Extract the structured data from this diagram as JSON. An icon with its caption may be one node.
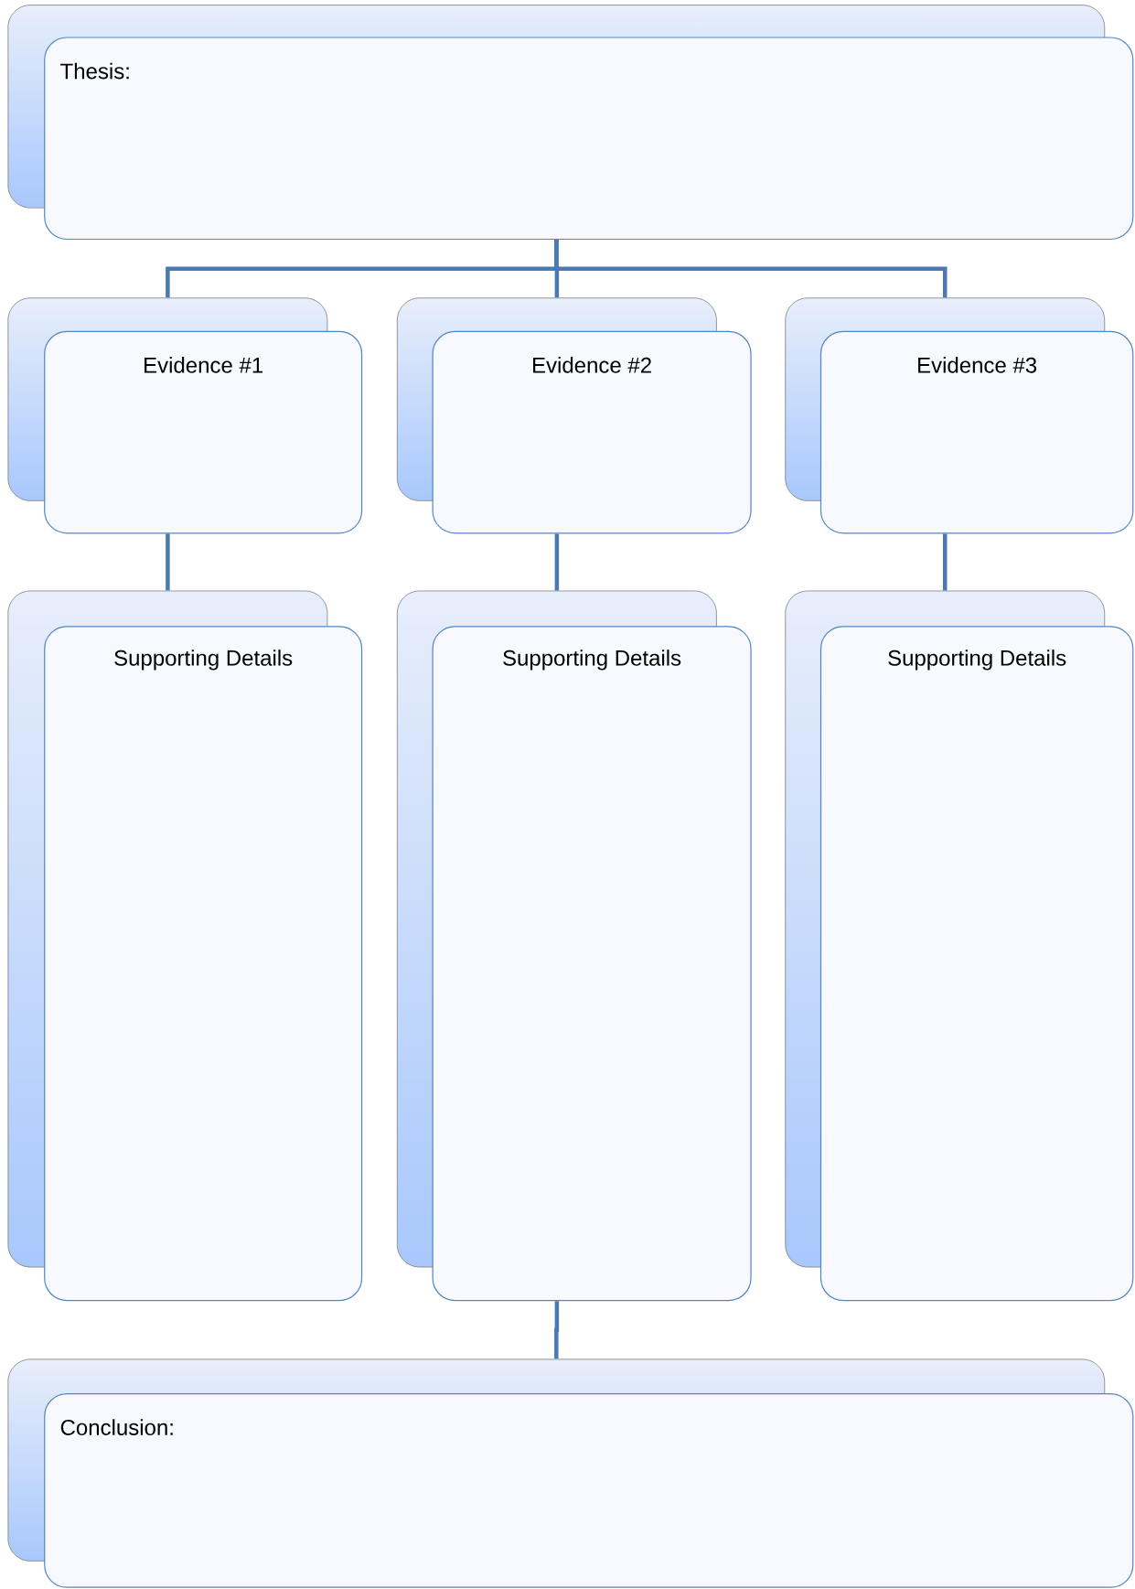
{
  "diagram": {
    "nodes": [
      {
        "text": [
          "Thesis:"
        ]
      },
      {
        "text": [
          "Evidence #1"
        ]
      },
      {
        "text": [
          "Evidence #2"
        ]
      },
      {
        "text": [
          "Evidence #3"
        ]
      },
      {
        "text": [
          "Supporting Details"
        ]
      },
      {
        "text": [
          "Supporting Details"
        ]
      },
      {
        "text": [
          "Supporting Details"
        ]
      },
      {
        "text": [
          "Conclusion:"
        ]
      }
    ],
    "edges": [
      {
        "from": 0,
        "to": 1,
        "arrow": "none"
      },
      {
        "from": 0,
        "to": 2,
        "arrow": "none"
      },
      {
        "from": 0,
        "to": 3,
        "arrow": "none"
      },
      {
        "from": 1,
        "to": 4,
        "arrow": "none"
      },
      {
        "from": 2,
        "to": 5,
        "arrow": "none"
      },
      {
        "from": 3,
        "to": 6,
        "arrow": "none"
      },
      {
        "from": 5,
        "to": 7,
        "arrow": "none"
      }
    ]
  }
}
